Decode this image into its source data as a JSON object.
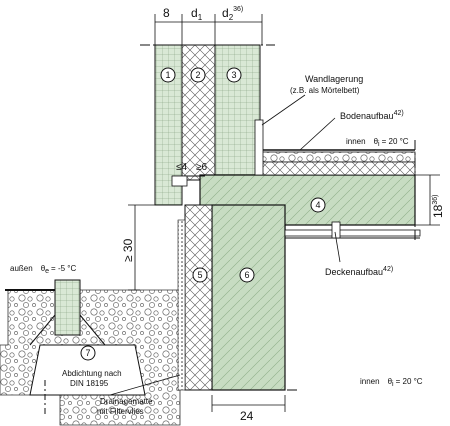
{
  "dimensions": {
    "top_first": "8",
    "top_d1": "d",
    "top_d1_sub": "1",
    "top_d2": "d",
    "top_d2_sub": "2",
    "top_d2_sup": "36)",
    "le4": "≤4",
    "ge6": "≥6",
    "ge30": "≥ 30",
    "right_18": "18",
    "right_18_sup": "36)",
    "bottom_24": "24"
  },
  "callouts": [
    "1",
    "2",
    "3",
    "4",
    "5",
    "6",
    "7"
  ],
  "labels": {
    "wandlagerung_l1": "Wandlagerung",
    "wandlagerung_l2": "(z.B. als Mörtelbett)",
    "bodenaufbau": "Bodenaufbau",
    "bodenaufbau_sup": "42)",
    "innen_top_word": "innen",
    "innen_top_theta": "θ",
    "innen_top_sub": "i",
    "innen_top_value": "=  20 °C",
    "deckenaufbau": "Deckenaufbau",
    "deckenaufbau_sup": "42)",
    "aussen_word": "außen",
    "aussen_theta": "θ",
    "aussen_sub": "e",
    "aussen_value": "=  -5 °C",
    "abdichtung_l1": "Abdichtung nach",
    "abdichtung_l2": "DIN 18195",
    "drainage_l1": "Drainagematte",
    "drainage_l2": "mit Filtervlies",
    "innen_bottom_word": "innen",
    "innen_bottom_theta": "θ",
    "innen_bottom_sub": "i",
    "innen_bottom_value": "=  20 °C"
  },
  "colors": {
    "masonry_green": "#d9e8d5",
    "concrete_green": "#c7dcc2",
    "line": "#1a1a1a"
  }
}
